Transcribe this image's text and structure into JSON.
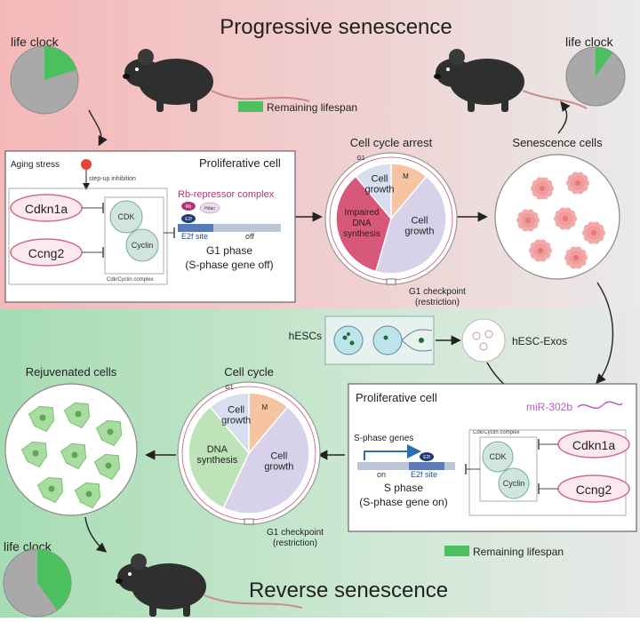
{
  "titles": {
    "top": "Progressive senescence",
    "bottom": "Reverse senescence"
  },
  "life_clock": {
    "label": "life clock",
    "top_left_remaining": 0.2,
    "top_right_remaining": 0.1,
    "bottom_left_remaining": 0.4
  },
  "legend": {
    "remaining_lifespan": "Remaining lifespan"
  },
  "top_panel": {
    "aging_stress": "Aging stress",
    "step_up": "step-up inhibition",
    "title": "Proliferative cell",
    "cdkn1a": "Cdkn1a",
    "ccng2": "Ccng2",
    "cdk": "CDK",
    "cyclin": "Cyclin",
    "complex": "Cdk/Cyclin complex",
    "rb_complex": "Rb-repressor complex",
    "rb": "Rb",
    "hdac": "Hdac",
    "e2f": "E2f",
    "e2f_site": "E2f site",
    "off": "off",
    "phase": "G1 phase",
    "phase_note": "(S-phase gene off)"
  },
  "arrest": {
    "title": "Cell cycle arrest",
    "cell_growth_1": "Cell growth",
    "cell_growth_2": "Cell growth",
    "impaired": "Impaired DNA synthesis",
    "m": "M",
    "g1": "G1",
    "checkpoint": "G1 checkpoint",
    "restriction": "(restriction)"
  },
  "senescence": {
    "title": "Senescence cells"
  },
  "hesc": {
    "source": "hESCs",
    "exos": "hESC-Exos",
    "mirna": "miR-302b"
  },
  "bottom_panel": {
    "title": "Proliferative cell",
    "complex": "Cdk/Cyclin complex",
    "s_genes": "S-phase genes",
    "on": "on",
    "e2f": "E2f",
    "e2f_site": "E2f site",
    "phase": "S phase",
    "phase_note": "(S-phase gene on)",
    "cdk": "CDK",
    "cyclin": "Cyclin",
    "cdkn1a": "Cdkn1a",
    "ccng2": "Ccng2"
  },
  "cycle": {
    "title": "Cell cycle",
    "cell_growth_1": "Cell growth",
    "cell_growth_2": "Cell growth",
    "dna": "DNA synthesis",
    "m": "M",
    "g1": "G1",
    "checkpoint": "G1 checkpoint",
    "restriction": "(restriction)"
  },
  "rejuvenated": {
    "title": "Rejuvenated cells"
  },
  "colors": {
    "top_bg_left": "#f5b8b8",
    "top_bg_right": "#ececec",
    "bottom_bg_left": "#a6dcb3",
    "bottom_bg_right": "#ececec",
    "green": "#4cbf5e",
    "pink": "#d8587a",
    "lavender": "#d8d1ea",
    "peach": "#f7c4a1",
    "mouse": "#2f2f2f"
  }
}
